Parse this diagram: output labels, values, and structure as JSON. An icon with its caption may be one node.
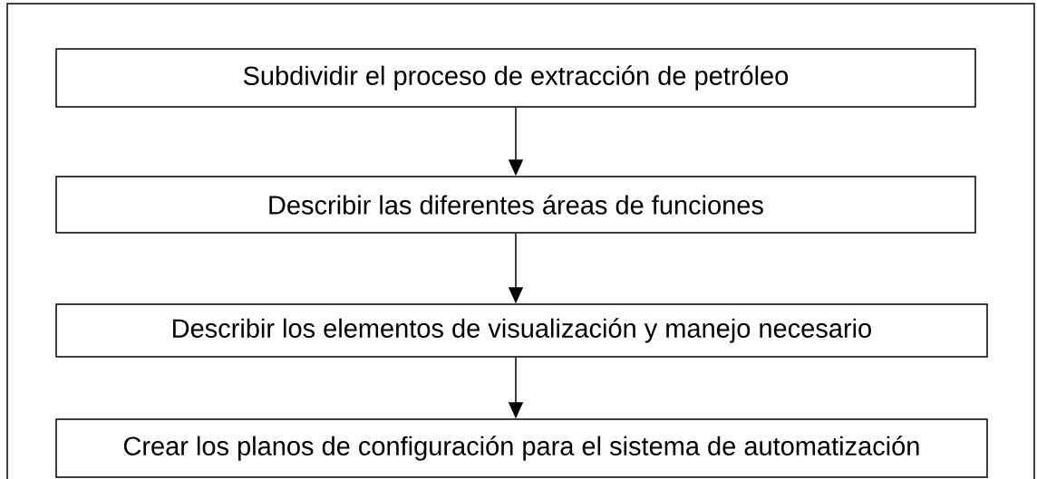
{
  "diagram": {
    "nodes": [
      {
        "text": [
          "Subdividir el proceso de extracción de petróleo"
        ]
      },
      {
        "text": [
          "Describir las diferentes áreas de funciones"
        ]
      },
      {
        "text": [
          "Describir los elementos de visualización y manejo necesario"
        ]
      },
      {
        "text": [
          "Crear los planos de configuración para el sistema de automatización"
        ]
      }
    ],
    "edges": [
      {
        "from": 0,
        "to": 1,
        "arrow": "to"
      },
      {
        "from": 1,
        "to": 2,
        "arrow": "to"
      },
      {
        "from": 2,
        "to": 3,
        "arrow": "to"
      }
    ]
  }
}
